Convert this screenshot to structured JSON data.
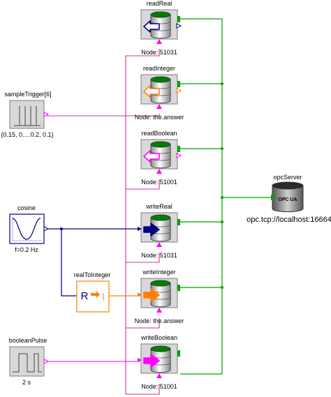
{
  "blocks": {
    "read_real": {
      "name": "readReal",
      "node": "Node: 51031"
    },
    "read_integer": {
      "name": "readInteger",
      "node": "Node: the.answer"
    },
    "read_boolean": {
      "name": "readBoolean",
      "node": "Node: 51001"
    },
    "write_real": {
      "name": "writeReal",
      "node": "Node: 51031"
    },
    "write_integer": {
      "name": "writeInteger",
      "node": "Node: the.answer"
    },
    "write_boolean": {
      "name": "writeBoolean",
      "node": "Node: 51001"
    },
    "sample_trigger": {
      "name": "sampleTrigger[6]",
      "param": "{0.15, 0.…0.2, 0.1}"
    },
    "cosine": {
      "name": "cosine",
      "param": "f=0.2 Hz"
    },
    "real_to_integer": {
      "name": "realToInteger",
      "symbol": "R"
    },
    "boolean_pulse": {
      "name": "booleanPulse",
      "param": "2 s"
    },
    "opc_server": {
      "name": "opcServer",
      "badge": "OPC UA",
      "address": "opc.tcp://localhost:16664"
    }
  },
  "colors": {
    "bus_green": "#00a000",
    "trigger_magenta": "#cc3399",
    "signal_pink": "#ff00ff",
    "real_navy": "#000080",
    "integer_orange": "#ff7f00",
    "db_green": "#008000"
  }
}
